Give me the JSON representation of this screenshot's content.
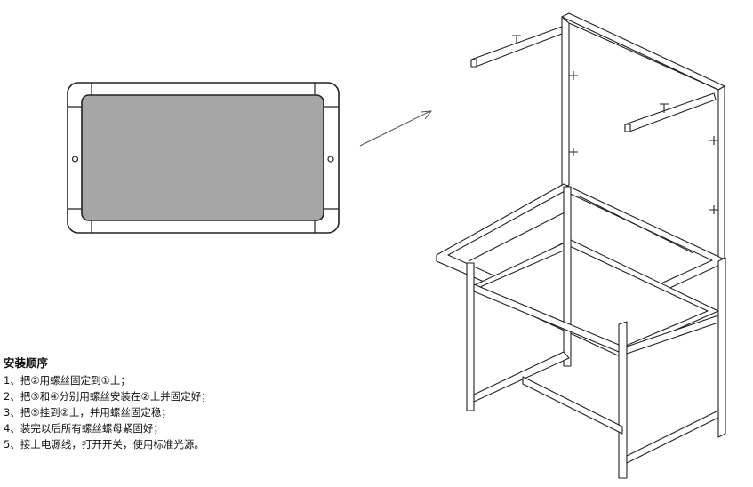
{
  "instructions": {
    "title": "安装顺序",
    "steps": [
      "1、把②用螺丝固定到①上；",
      "2、把③和④分别用螺丝安装在②上并固定好；",
      "3、把⑤挂到②上，并用螺丝固定稳；",
      "4、装完以后所有螺丝螺母紧固好；",
      "5、接上电源线，打开开关，使用标准光源。"
    ]
  },
  "colors": {
    "panel_fill": "#a6a6a6",
    "line": "#222222",
    "background": "#ffffff"
  }
}
